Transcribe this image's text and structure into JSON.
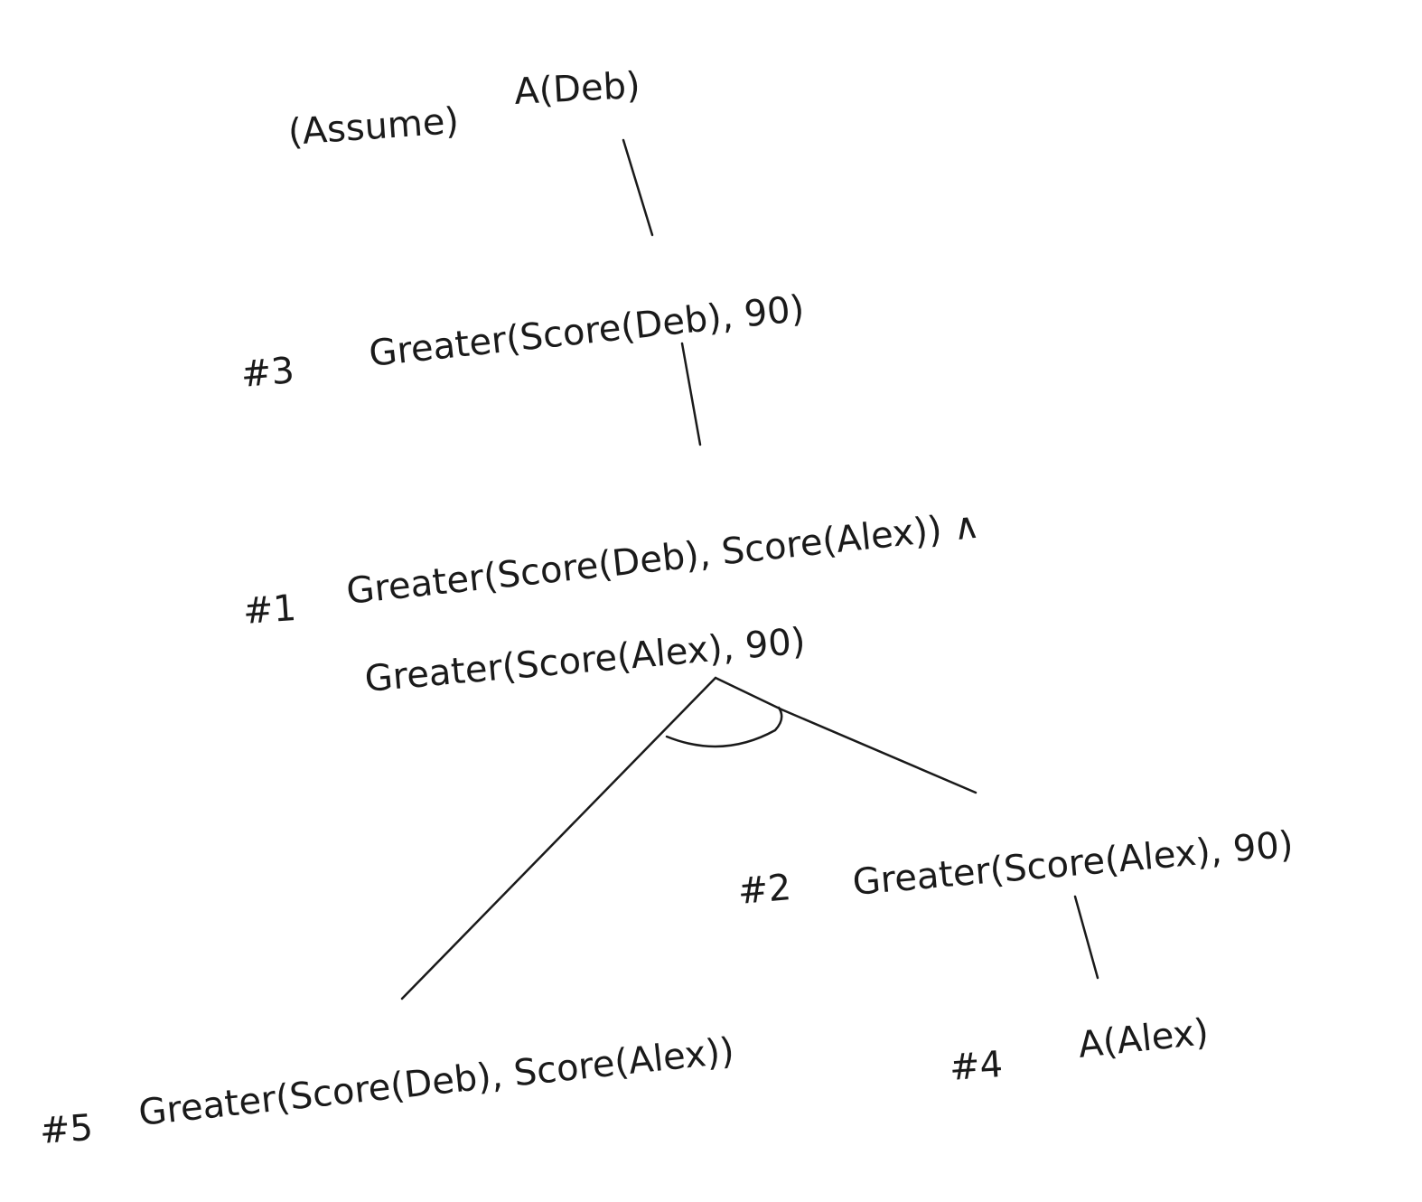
{
  "nodes": {
    "assume_label": "(Assume)",
    "root": "A(Deb)",
    "n3_num": "#3",
    "n3_text": "Greater(Score(Deb), 90)",
    "n1_num": "#1",
    "n1_line1": "Greater(Score(Deb), Score(Alex)) ∧",
    "n1_line2": "Greater(Score(Alex), 90)",
    "n2_num": "#2",
    "n2_text": "Greater(Score(Alex), 90)",
    "n4_num": "#4",
    "n4_text": "A(Alex)",
    "n5_num": "#5",
    "n5_text": "Greater(Score(Deb), Score(Alex))"
  },
  "colors": {
    "ink": "#1a1a1a",
    "background": "#ffffff"
  }
}
